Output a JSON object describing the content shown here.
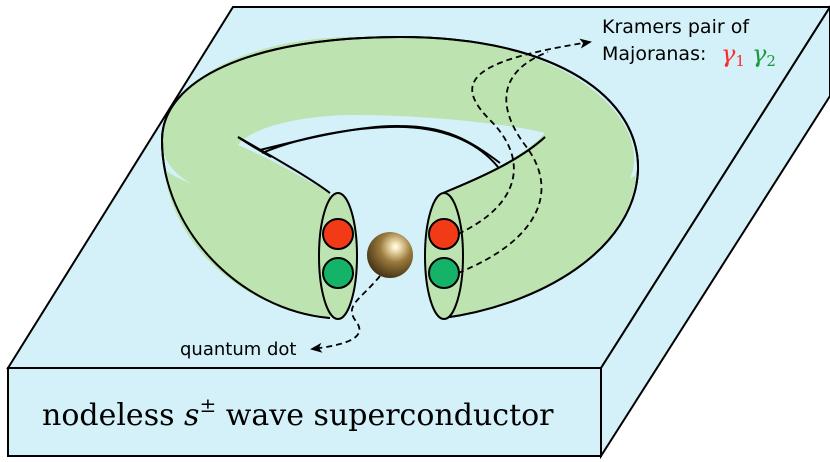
{
  "labels": {
    "kramers_line1": "Kramers pair of",
    "kramers_line2": "Majoranas:",
    "gamma1": "γ1",
    "gamma2": "γ2",
    "quantum_dot": "quantum dot",
    "substrate_prefix": "nodeless ",
    "substrate_s": "s",
    "substrate_sup": "±",
    "substrate_suffix": " wave superconductor"
  },
  "colors": {
    "substrate_fill": "#d4f1f9",
    "torus_fill": "#bde3b0",
    "majorana_red": "#f23a17",
    "majorana_green": "#14b368",
    "gamma1_color": "#ff2a2a",
    "gamma2_color": "#1a9a3a",
    "outline": "#000000"
  }
}
